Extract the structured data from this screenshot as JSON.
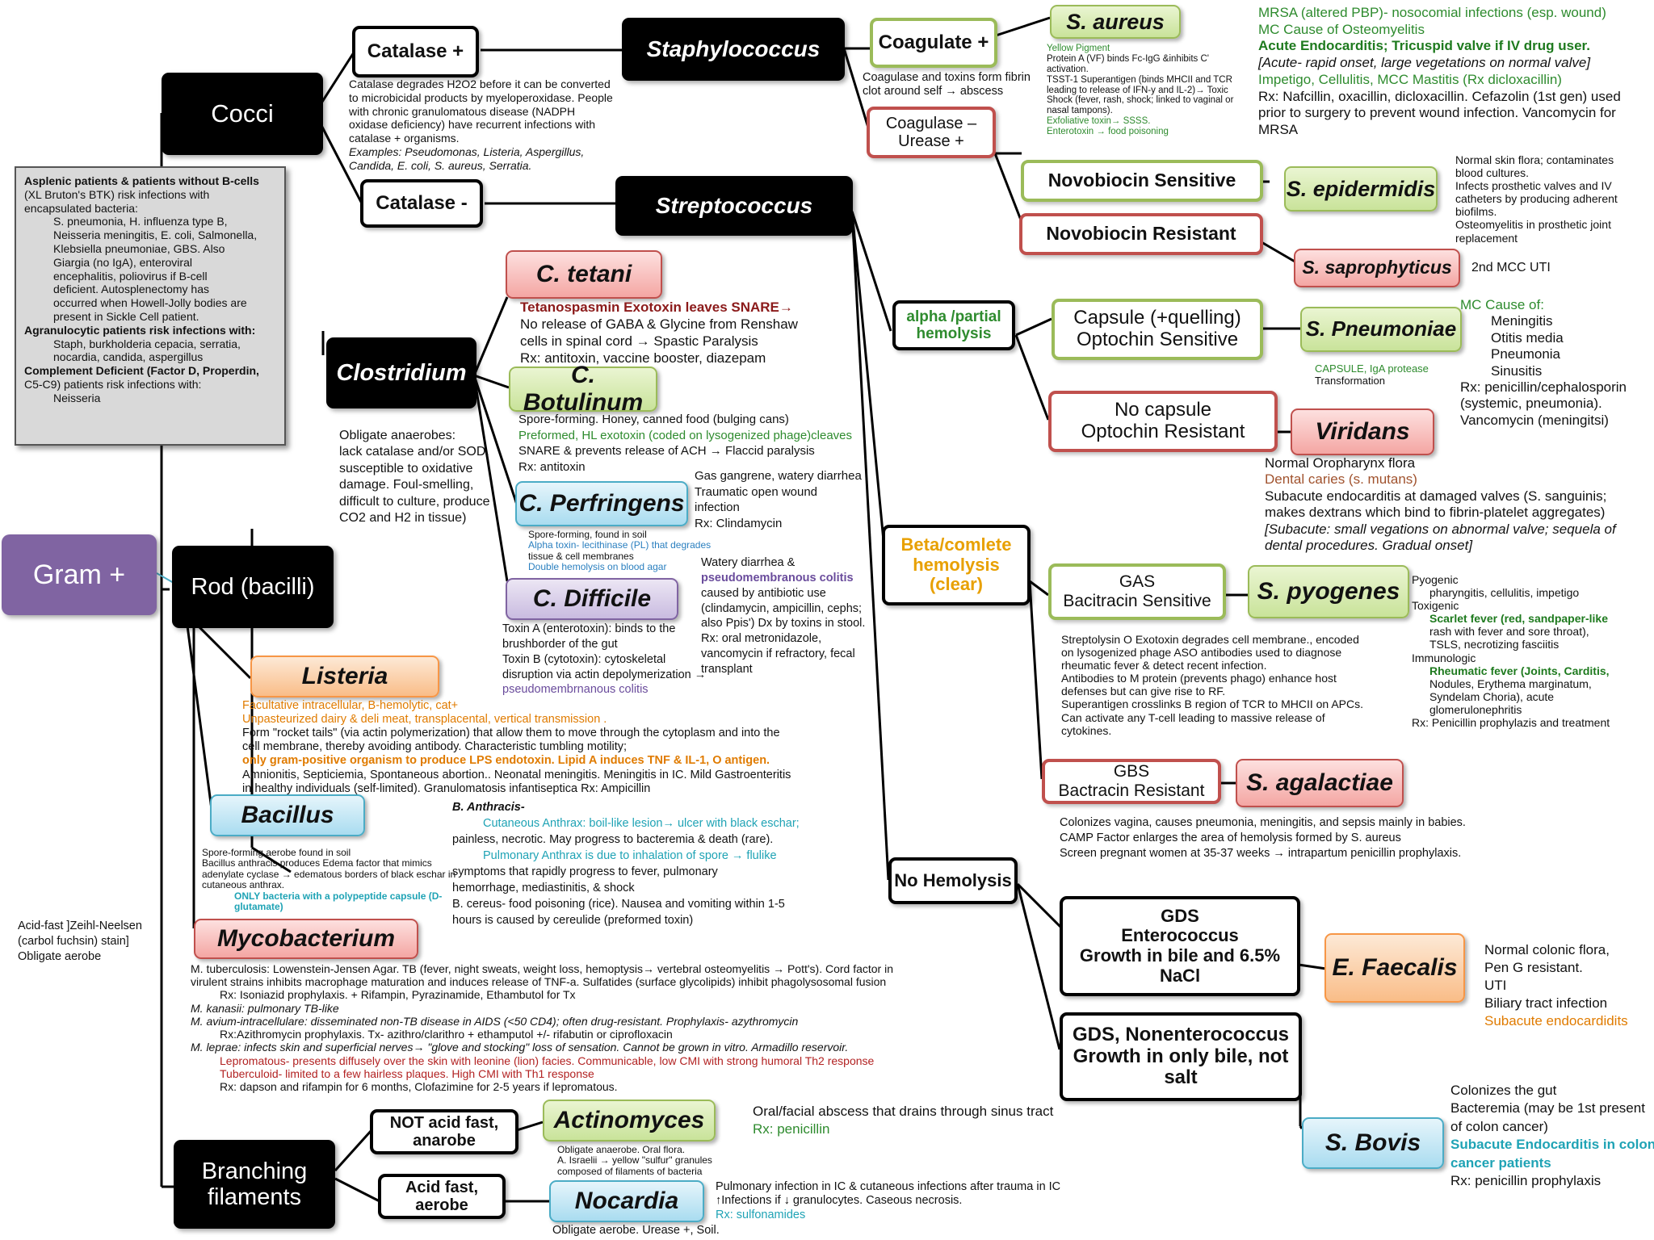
{
  "nodes": {
    "gram_pos": "Gram +",
    "cocci": "Cocci",
    "rod": "Rod (bacilli)",
    "branching": [
      "Branching",
      "filaments"
    ],
    "catalase_pos": "Catalase +",
    "catalase_neg": "Catalase -",
    "staph": "Staphylococcus",
    "strep": "Streptococcus",
    "coag_pos": "Coagulate +",
    "coag_neg": [
      "Coagulase –",
      "Urease +"
    ],
    "s_aureus": "S. aureus",
    "novo_sens": "Novobiocin Sensitive",
    "novo_res": "Novobiocin Resistant",
    "s_epi": "S. epidermidis",
    "s_sapro": "S. saprophyticus",
    "alpha": [
      "alpha /partial",
      "hemolysis"
    ],
    "beta": [
      "Beta/comlete",
      "hemolysis",
      "(clear)"
    ],
    "no_hemo": "No Hemolysis",
    "capsule": [
      "Capsule (+quelling)",
      "Optochin Sensitive"
    ],
    "no_capsule": [
      "No capsule",
      "Optochin Resistant"
    ],
    "s_pneumo": "S. Pneumoniae",
    "viridans": "Viridans",
    "gas": [
      "GAS",
      "Bacitracin Sensitive"
    ],
    "gbs": [
      "GBS",
      "Bactracin Resistant"
    ],
    "s_pyo": "S. pyogenes",
    "s_aga": "S. agalactiae",
    "gds_ent": [
      "GDS",
      "Enterococcus",
      "Growth in bile and 6.5%",
      "NaCl"
    ],
    "gds_non": [
      "GDS, Nonenterococcus",
      "Growth in only bile, not",
      "salt"
    ],
    "e_faec": "E. Faecalis",
    "s_bovis": "S. Bovis",
    "clostridium": "Clostridium",
    "c_tetani": "C. tetani",
    "c_botulinum": "C. Botulinum",
    "c_perf": "C. Perfringens",
    "c_diff": "C. Difficile",
    "listeria": "Listeria",
    "bacillus": "Bacillus",
    "myco": "Mycobacterium",
    "not_acid": [
      "NOT acid fast,",
      "anarobe"
    ],
    "acid_fast": [
      "Acid fast,",
      "aerobe"
    ],
    "actino": "Actinomyces",
    "nocardia": "Nocardia"
  },
  "notes": {
    "catalase_pos": [
      "Catalase degrades H2O2 before it can be converted",
      "to microbicidal products by myeloperoxidase. People",
      "with chronic granulomatous disease (NADPH",
      "oxidase deficiency) have recurrent infections with",
      "catalase + organisms.",
      "Examples: Pseudomonas, Listeria, Aspergillus,",
      "Candida, E. coli, S. aureus, Serratia."
    ],
    "coag_pos": [
      "Coagulase and toxins form fibrin",
      "clot around self → abscess"
    ],
    "s_aureus_left": [
      "Yellow Pigment",
      "Protein A (VF) binds Fc-IgG &inhibits C'",
      "activation.",
      "TSST-1 Superantigen (binds MHCII and TCR",
      "leading to release of IFN-y and IL-2)→ Toxic",
      "Shock (fever, rash, shock; linked to vaginal or",
      "nasal tampons).",
      "Exfoliative toxin→ SSSS.",
      "Enterotoxin → food poisoning"
    ],
    "s_aureus_right": [
      "MRSA (altered PBP)- nosocomial infections (esp. wound)",
      "MC Cause of Osteomyelitis",
      "Acute Endocarditis; Tricuspid valve if IV drug user.",
      "[Acute- rapid onset, large vegetations on normal valve]",
      "Impetigo, Cellulitis, MCC Mastitis (Rx dicloxacillin)",
      "Rx: Nafcillin, oxacillin, dicloxacillin.  Cefazolin (1st gen) used",
      "prior to surgery to prevent wound infection. Vancomycin for",
      "MRSA"
    ],
    "s_epi": [
      "Normal skin flora; contaminates",
      "blood cultures.",
      "Infects prosthetic valves and IV",
      "catheters by producing adherent",
      "biofilms.",
      "Osteomyelitis in prosthetic joint",
      "replacement"
    ],
    "s_sapro": [
      "2nd MCC UTI"
    ],
    "s_pneumo_below": [
      "CAPSULE, IgA protease",
      "Transformation"
    ],
    "s_pneumo_right": [
      "MC Cause of:",
      "Meningitis",
      "Otitis media",
      "Pneumonia",
      "Sinusitis",
      "Rx: penicillin/cephalosporin",
      "(systemic, pneumonia).",
      "Vancomycin (meningitsi)"
    ],
    "viridans": [
      "Normal Oropharynx  flora",
      "Dental caries (s. mutans)",
      "Subacute endocarditis at damaged valves (S. sanguinis;",
      "makes dextrans which bind to fibrin-platelet aggregates)",
      "[Subacute: small vegations on abnormal valve; sequela of",
      "dental procedures. Gradual onset]"
    ],
    "s_pyo_right": [
      "Pyogenic",
      "pharyngitis, cellulitis, impetigo",
      "Toxigenic",
      "Scarlet fever (red, sandpaper-like",
      "rash with fever and sore throat),",
      "TSLS, necrotizing fasciitis",
      "Immunologic",
      "Rheumatic fever (Joints, Carditis,",
      "Nodules, Erythema marginatum,",
      "Syndelam Choria), acute",
      "glomerulonephritis",
      "Rx: Penicillin prophylazis and treatment"
    ],
    "gas_below": [
      "Streptolysin O Exotoxin degrades cell membrane., encoded",
      "on lysogenized phage  ASO antibodies used to diagnose",
      "rheumatic fever & detect recent infection.",
      "Antibodies to M protein (prevents phago) enhance host",
      "defenses but can give rise to RF.",
      "Superantigen crosslinks B region of TCR to MHCII on APCs.",
      "Can activate any T-cell leading to massive release of",
      "cytokines."
    ],
    "s_aga": [
      "Colonizes vagina, causes pneumonia, meningitis, and sepsis mainly in babies.",
      "CAMP Factor enlarges the area of hemolysis formed by S. aureus",
      "Screen pregnant women at 35-37 weeks → intrapartum penicillin prophylaxis."
    ],
    "e_faec": [
      "Normal colonic flora,",
      "Pen G resistant.",
      "UTI",
      "Biliary tract infection",
      "Subacute endocardidits"
    ],
    "s_bovis": [
      "Colonizes the gut",
      "Bacteremia (may be 1st present",
      "of colon cancer)",
      "Subacute Endocarditis in colon",
      "cancer patients",
      "Rx: penicillin prophylaxis"
    ],
    "asplenic": [
      "Asplenic patients & patients without B-cells",
      "(XL Bruton's BTK) risk infections with",
      "encapsulated bacteria:",
      "S. pneumonia, H. influenza type B,",
      "Neisseria meningitis, E. coli, Salmonella,",
      "Klebsiella pneumoniae, GBS. Also",
      "Giargia (no IgA), enteroviral",
      "encephalitis, poliovirus if B-cell",
      "deficient. Autosplenectomy has",
      "occurred when Howell-Jolly bodies are",
      "present in Sickle Cell patient.",
      "Agranulocytic patients risk infections with:",
      "Staph, burkholderia cepacia, serratia,",
      "nocardia, candida, aspergillus",
      "Complement Deficient (Factor D, Properdin,",
      "C5-C9)  patients risk infections with:",
      "Neisseria"
    ],
    "clostridium": [
      "Obligate anaerobes:",
      " lack catalase and/or SOD,",
      "susceptible to oxidative",
      "damage.  Foul-smelling,",
      "difficult to culture, produce",
      "CO2 and H2 in tissue)"
    ],
    "c_tetani": [
      "Tetanospasmin Exotoxin leaves SNARE→",
      "No release of GABA & Glycine from Renshaw",
      "cells in spinal cord → Spastic Paralysis",
      "Rx: antitoxin, vaccine booster, diazepam"
    ],
    "c_botulinum": [
      "Spore-forming. Honey, canned food (bulging cans)",
      "Preformed, HL exotoxin (coded on lysogenized phage)cleaves",
      "SNARE & prevents release of ACH → Flaccid paralysis",
      "Rx: antitoxin"
    ],
    "c_perf_right": [
      "Gas gangrene, watery diarrhea",
      "Traumatic open wound",
      "infection",
      "Rx: Clindamycin"
    ],
    "c_perf_below": [
      "Spore-forming, found in soil",
      "Alpha toxin- lecithinase (PL) that degrades",
      "tissue & cell membranes",
      "Double hemolysis on blood agar"
    ],
    "c_diff_right": [
      "Watery diarrhea &",
      "pseudomembranous colitis",
      "caused by antibiotic use",
      "(clindamycin, ampicillin, cephs;",
      "also Ppis') Dx by toxins in stool.",
      "Rx: oral metronidazole,",
      "vancomycin if refractory, fecal",
      "transplant"
    ],
    "c_diff_below": [
      "Toxin A (enterotoxin): binds to the",
      "brushborder of the gut",
      "Toxin B (cytotoxin): cytoskeletal",
      "disruption via actin depolymerization →",
      "pseudomembrnanous colitis"
    ],
    "listeria": [
      "Facultative intracellular, B-hemolytic, cat+",
      "Unpasteurized dairy & deli meat, transplacental, vertical transmission .",
      "Form \"rocket tails\" (via actin polymerization) that allow them to move through the cytoplasm and into the",
      "cell membrane, thereby avoiding antibody. Characteristic tumbling motility;",
      "only gram-positive organism to produce LPS endotoxin. Lipid A induces TNF & IL-1, O antigen.",
      "Amnionitis, Septiciemia, Spontaneous abortion..  Neonatal meningitis. Meningitis in IC.  Mild Gastroenteritis",
      "in healthy individuals (self-limited). Granulomatosis infantiseptica Rx: Ampicillin"
    ],
    "bacillus_below": [
      "Spore-forming aerobe found in soil",
      "Bacillus anthracis produces Edema factor that mimics",
      "adenylate cyclase → edematous borders of black eschar in",
      "cutaneous anthrax.",
      "ONLY bacteria with a polypeptide capsule (D-",
      "glutamate)"
    ],
    "bacillus_right": [
      "B. Anthracis-",
      "Cutaneous Anthrax: boil-like lesion→ ulcer with black eschar;",
      "painless, necrotic. May progress to bacteremia & death (rare).",
      "Pulmonary Anthrax is due to inhalation of spore → flulike",
      "symptoms that rapidly progress to fever, pulmonary",
      "hemorrhage, mediastinitis, & shock",
      "B. cereus- food poisoning (rice).  Nausea and vomiting within 1-5",
      "hours is caused by cereulide (preformed toxin)"
    ],
    "acid_fast_left": [
      "Acid-fast ]Zeihl-Neelsen",
      "(carbol fuchsin) stain]",
      "Obligate aerobe"
    ],
    "myco": [
      "M. tuberculosis: Lowenstein-Jensen Agar. TB (fever, night sweats, weight loss, hemoptysis→ vertebral osteomyelitis → Pott's).  Cord factor in",
      "virulent strains inhibits macrophage maturation and induces release of TNF-a.  Sulfatides (surface glycolipids) inhibit phagolysosomal fusion",
      "Rx: Isoniazid prophylaxis. + Rifampin, Pyrazinamide, Ethambutol for Tx",
      "M. kanasii: pulmonary TB-like",
      "M. avium-intracellulare: disseminated non-TB disease in AIDS (<50 CD4); often drug-resistant.  Prophylaxis- azythromycin",
      "Rx:Azithromycin prophylaxis.  Tx- azithro/clarithro + ethamputol +/- rifabutin or ciprofloxacin",
      "M. leprae: infects skin and superficial nerves→ \"glove and stocking\" loss of sensation.  Cannot be grown in vitro.  Armadillo reservoir.",
      "Lepromatous- presents diffusely over the skin with leonine (lion) facies.  Communicable, low CMI with strong humoral Th2 response",
      "Tuberculoid- limited to a few hairless plaques.  High CMI with Th1 response",
      "Rx: dapson and rifampin for 6 months, Clofazimine for 2-5 years if lepromatous."
    ],
    "actino_right": [
      "Oral/facial abscess that drains through sinus tract",
      "Rx: penicillin"
    ],
    "actino_below": [
      "Obligate anaerobe. Oral flora.",
      "A. Israelii → yellow \"sulfur\" granules",
      "composed of filaments of bacteria"
    ],
    "nocardia_right": [
      "Pulmonary infection in IC & cutaneous infections after trauma in IC",
      "↑Infections if ↓ granulocytes.  Caseous necrosis.",
      "Rx: sulfonamides"
    ],
    "nocardia_below": [
      "Obligate aerobe. Urease +, Soil."
    ]
  }
}
